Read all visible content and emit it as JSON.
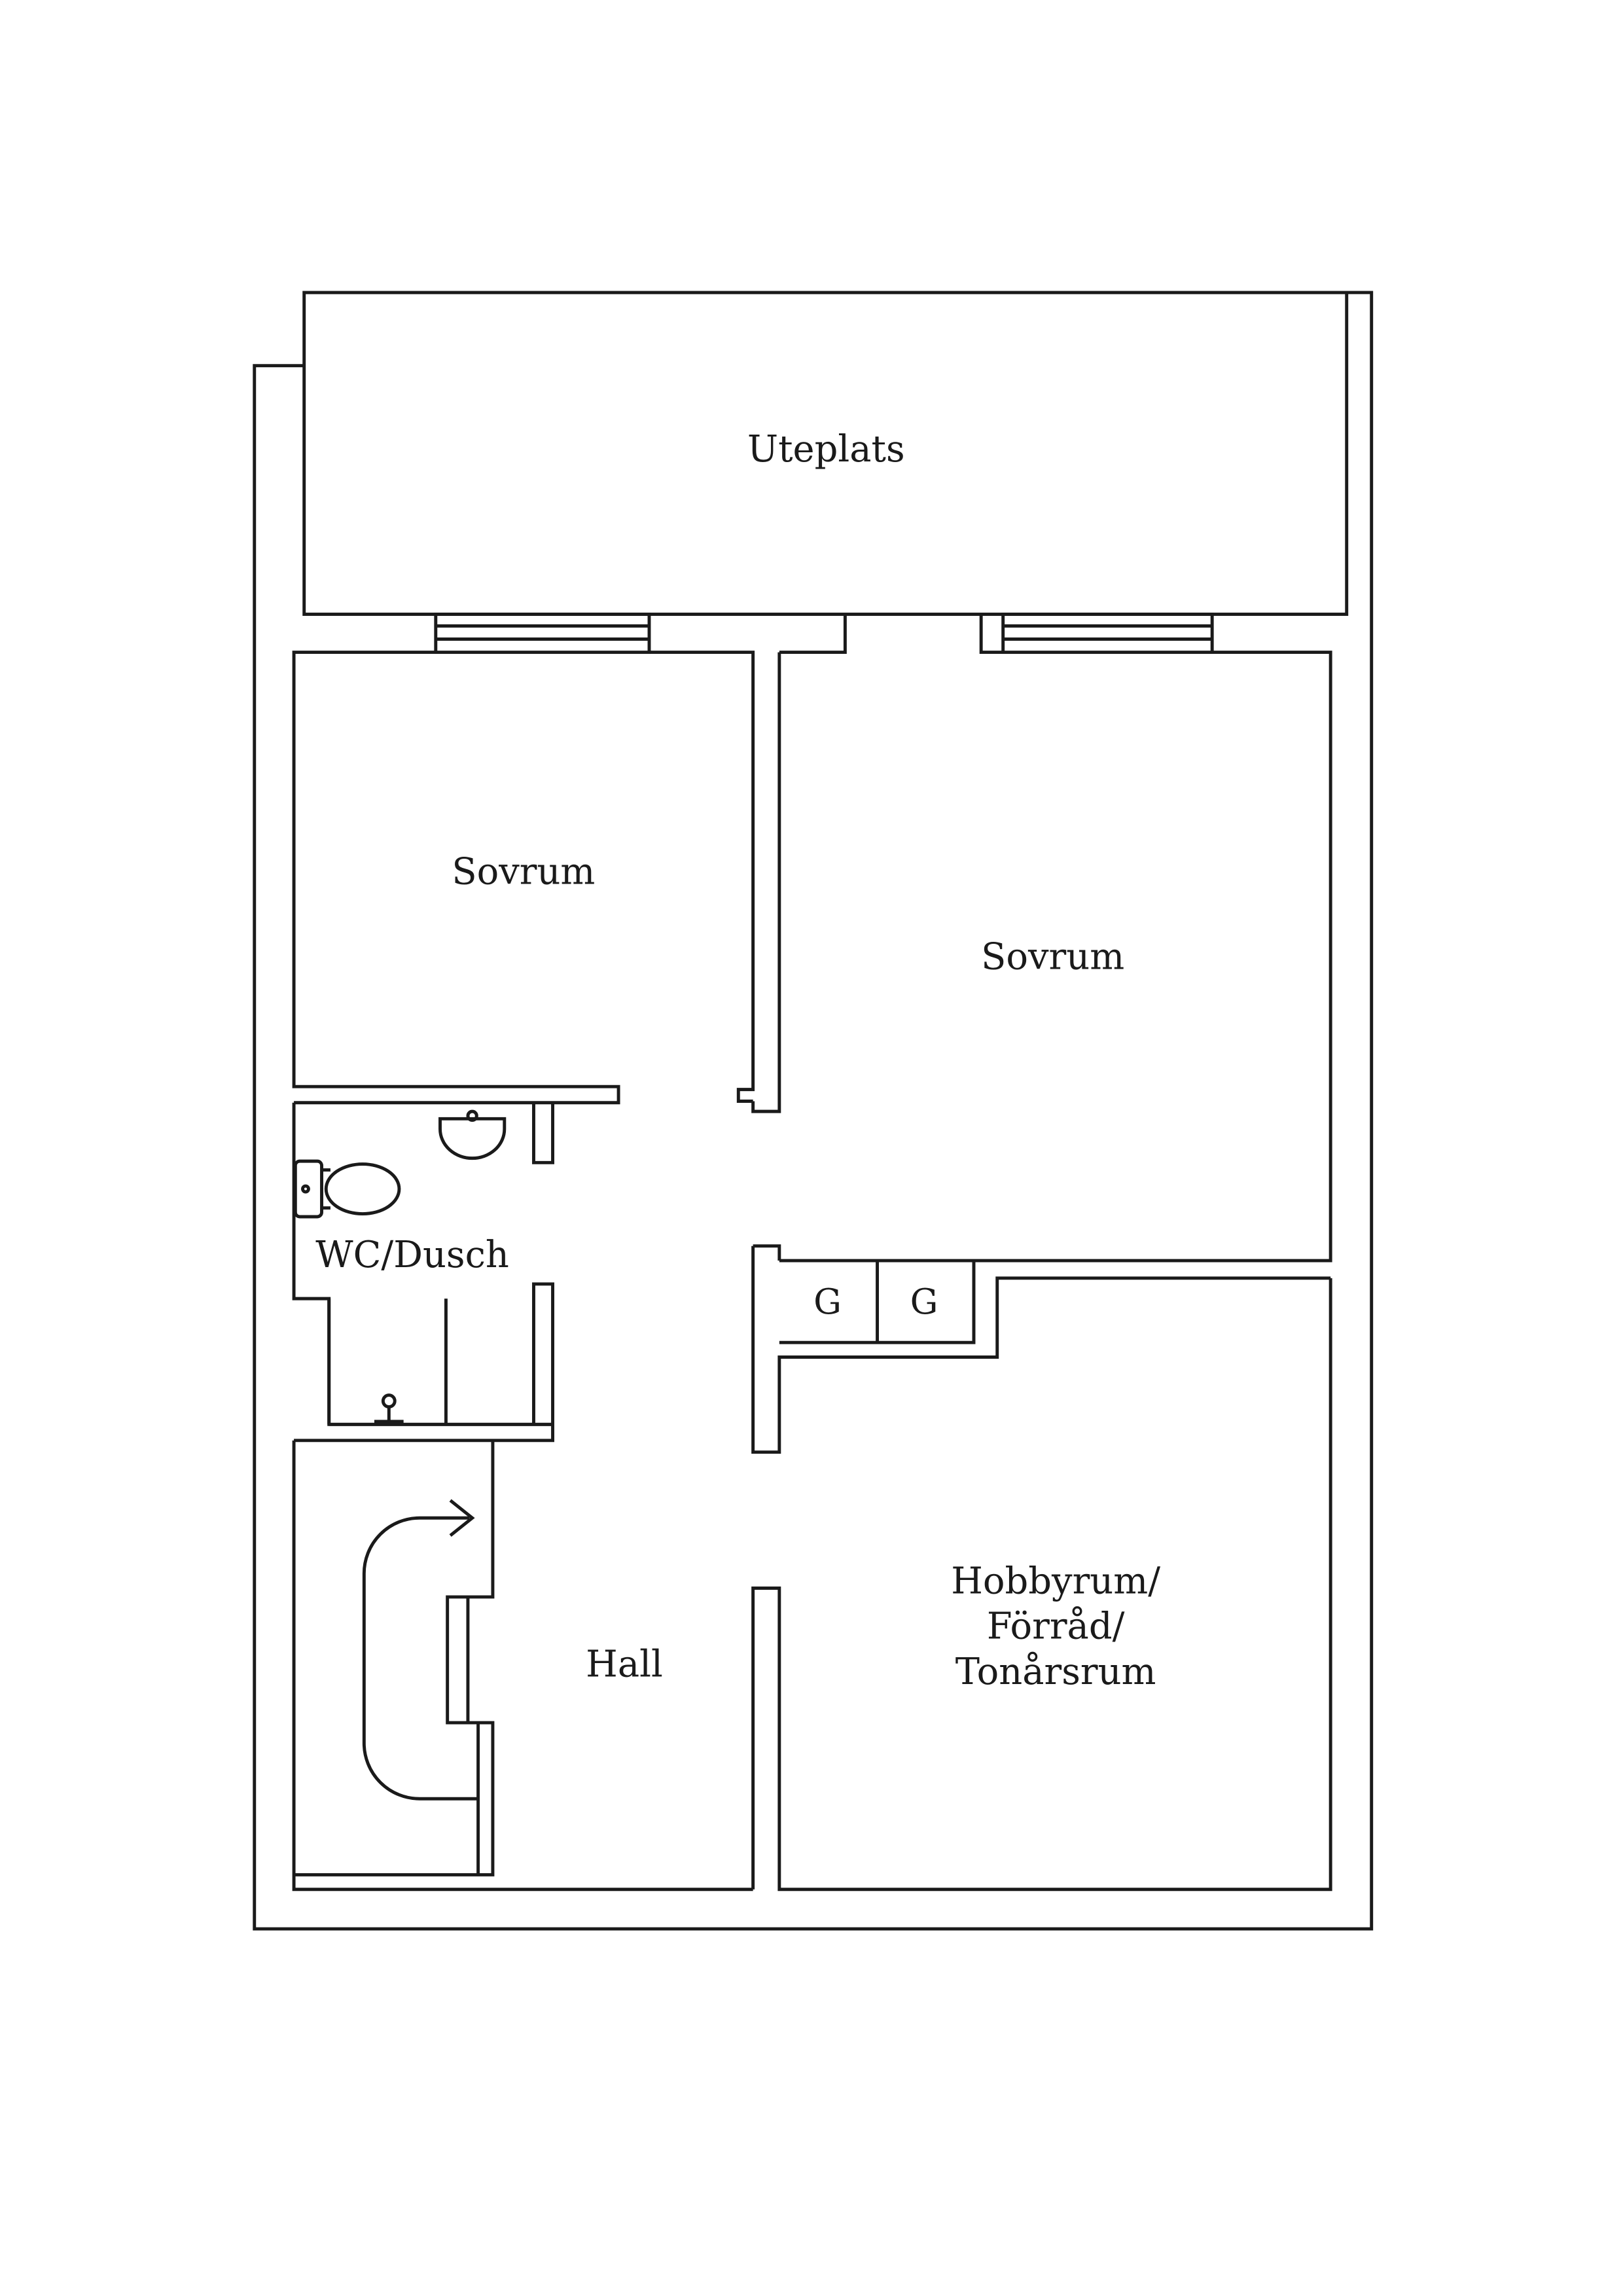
{
  "rooms": {
    "uteplats": "Uteplats",
    "sovrum_left": "Sovrum",
    "sovrum_right": "Sovrum",
    "wc_dusch": "WC/Dusch",
    "garderob_1": "G",
    "garderob_2": "G",
    "hall": "Hall",
    "hobbyrum_line1": "Hobbyrum/",
    "hobbyrum_line2": "Förråd/",
    "hobbyrum_line3": "Tonårsrum"
  },
  "colors": {
    "line": "#1a1a1a",
    "background": "#ffffff"
  }
}
